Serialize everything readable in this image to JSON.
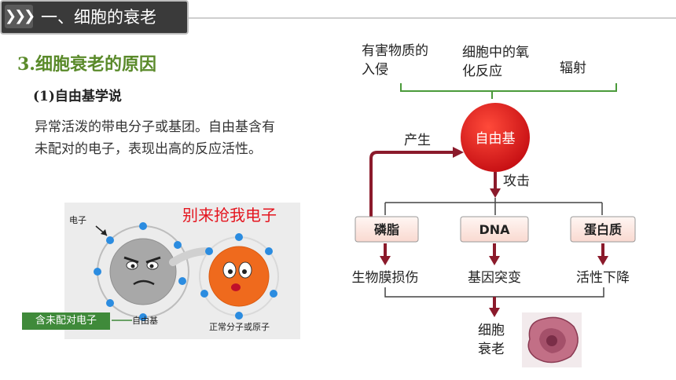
{
  "header": {
    "title": "一、细胞的衰老",
    "chevron": "❯❯❯"
  },
  "section": {
    "title": "3.细胞衰老的原因",
    "subtitle": "(1)自由基学说"
  },
  "paragraph": {
    "lines": [
      "异常活泼的带电分子或基团。自由基含有",
      "未配对的电子，表现出高的反应活性。"
    ]
  },
  "illustration": {
    "electron_label": "电子",
    "free_radical_label": "自由基",
    "normal_label": "正常分子或原子",
    "speech": "别来抢我电子",
    "tag": "含未配对电子"
  },
  "diagram": {
    "causes": [
      {
        "lines": [
          "有害物质的",
          "入侵"
        ]
      },
      {
        "lines": [
          "细胞中的氧",
          "化反应"
        ]
      },
      {
        "lines": [
          "辐射"
        ]
      }
    ],
    "center": "自由基",
    "produce_label": "产生",
    "attack_label": "攻击",
    "targets": [
      "磷脂",
      "DNA",
      "蛋白质"
    ],
    "effects": [
      "生物膜损伤",
      "基因突变",
      "活性下降"
    ],
    "result": [
      "细胞",
      "衰老"
    ]
  },
  "colors": {
    "arrow": "#8b1a2b",
    "box_fill": "#fde9e4",
    "box_border": "#9a9a9a",
    "center": "#e3161c",
    "accent_green": "#5a8a2a",
    "speech_red": "#e4141e"
  }
}
